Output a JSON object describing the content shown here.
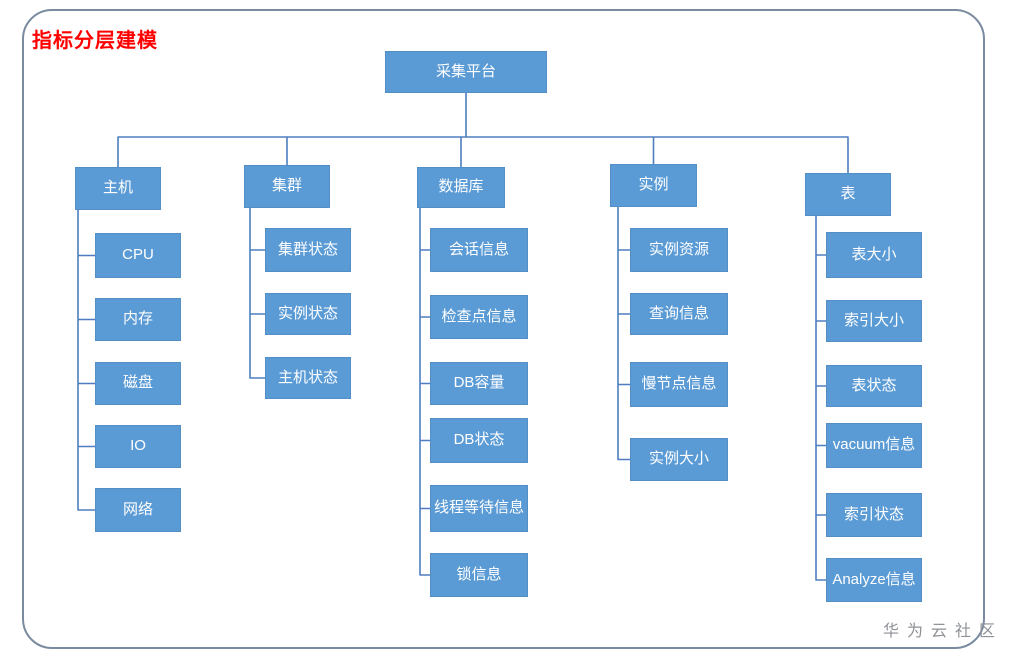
{
  "title": "指标分层建模",
  "watermark": "华为云社区",
  "colors": {
    "node_fill": "#5B9BD5",
    "node_text": "#FFFFFF",
    "connector": "#4E7EC0",
    "frame_border": "#7A8BA0",
    "title_color": "#FF0000",
    "watermark_color": "#8E9196"
  },
  "tree": {
    "root": "采集平台",
    "branches": [
      {
        "label": "主机",
        "children": [
          "CPU",
          "内存",
          "磁盘",
          "IO",
          "网络"
        ]
      },
      {
        "label": "集群",
        "children": [
          "集群状态",
          "实例状态",
          "主机状态"
        ]
      },
      {
        "label": "数据库",
        "children": [
          "会话信息",
          "检查点信息",
          "DB容量",
          "DB状态",
          "线程等待信息",
          "锁信息"
        ]
      },
      {
        "label": "实例",
        "children": [
          "实例资源",
          "查询信息",
          "慢节点信息",
          "实例大小"
        ]
      },
      {
        "label": "表",
        "children": [
          "表大小",
          "索引大小",
          "表状态",
          "vacuum信息",
          "索引状态",
          "Analyze信息"
        ]
      }
    ]
  }
}
